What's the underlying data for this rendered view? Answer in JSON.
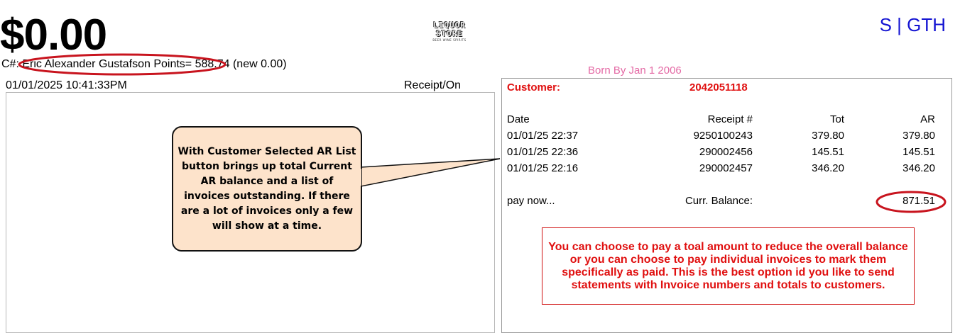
{
  "sale": {
    "total": "$0.00",
    "datetime": "01/01/2025 10:41:33PM",
    "receipt_status": "Receipt/On"
  },
  "logo": {
    "line1_a": "LIQUOR",
    "line1_b": "STORE",
    "line2": "BEER WINE SPIRITS"
  },
  "terminal": {
    "code": "S | GTH"
  },
  "customer": {
    "line": "C#: Eric Alexander Gustafson Points= 588.74 (new 0.00)"
  },
  "age_notice": "Born By Jan 1 2006",
  "ar_panel": {
    "customer_label": "Customer:",
    "customer_number": "2042051118",
    "headers": {
      "date": "Date",
      "receipt": "Receipt #",
      "tot": "Tot",
      "ar": "AR"
    },
    "rows": [
      {
        "date": "01/01/25 22:37",
        "receipt": "9250100243",
        "tot": "379.80",
        "ar": "379.80"
      },
      {
        "date": "01/01/25 22:36",
        "receipt": "290002456",
        "tot": "145.51",
        "ar": "145.51"
      },
      {
        "date": "01/01/25 22:16",
        "receipt": "290002457",
        "tot": "346.20",
        "ar": "346.20"
      }
    ],
    "pay_now_label": "pay now...",
    "balance_label": "Curr. Balance:",
    "balance_value": "871.51"
  },
  "annotations": {
    "callout": "With Customer Selected AR List button brings up total Current AR balance and a list of invoices outstanding. If there are a lot of invoices only a few will show at a time.",
    "note": "You can choose to pay a toal amount to reduce the overall balance or you can choose to pay individual invoices to mark them specifically as paid. This is the best option id you like to send statements with Invoice numbers and totals to customers."
  },
  "colors": {
    "total_text": "#000000",
    "terminal_code": "#1414d2",
    "age_notice": "#e46aa5",
    "ar_text": "#e01010",
    "highlight_ellipse": "#c8141e",
    "callout_fill": "#fde3cb"
  }
}
